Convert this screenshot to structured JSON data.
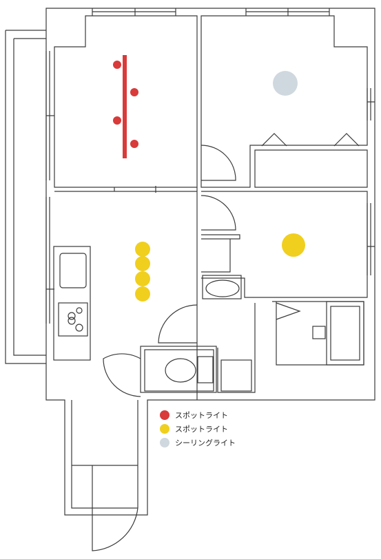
{
  "legend": {
    "items": [
      {
        "label": "スポットライト",
        "color": "#d93a3a"
      },
      {
        "label": "スポットライト",
        "color": "#f0cf1e"
      },
      {
        "label": "シーリングライト",
        "color": "#cfd8de"
      }
    ]
  },
  "colors": {
    "wall": "#3a3a3a",
    "red_spot": "#d93a3a",
    "yellow_spot": "#f0cf1e",
    "ceiling": "#cfd8de"
  }
}
